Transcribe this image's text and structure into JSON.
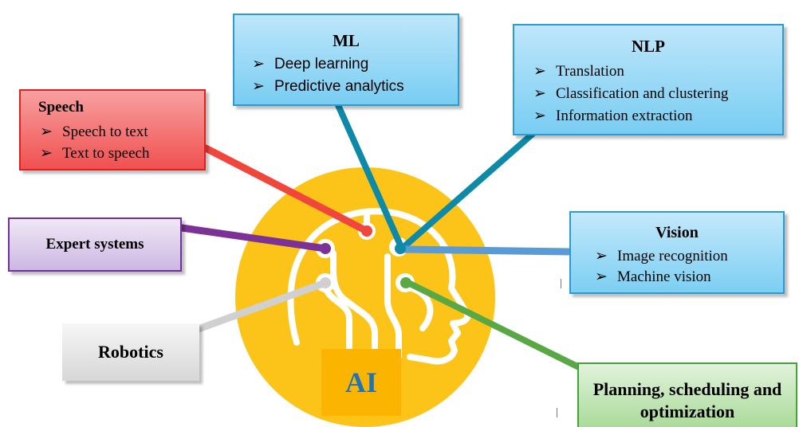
{
  "center": {
    "label": "AI"
  },
  "ml": {
    "title": "ML",
    "items": [
      "Deep learning",
      "Predictive analytics"
    ]
  },
  "nlp": {
    "title": "NLP",
    "items": [
      "Translation",
      "Classification and clustering",
      "Information extraction"
    ]
  },
  "speech": {
    "title": "Speech",
    "items": [
      "Speech to text",
      "Text to speech"
    ]
  },
  "expert": {
    "title": "Expert systems"
  },
  "robotics": {
    "title": "Robotics"
  },
  "vision": {
    "title": "Vision",
    "items": [
      "Image recognition",
      "Machine vision"
    ]
  },
  "planning": {
    "title": "Planning, scheduling and optimization"
  },
  "bullet_icon": "arrow-bullet-icon",
  "colors": {
    "ai_circle": "#fcc419",
    "ai_box": "#fbb400",
    "ai_text": "#1f74b8",
    "speech": "#f0463c",
    "expert": "#7b3294",
    "robotics": "#d0d0d0",
    "ml": "#0e8aa8",
    "nlp": "#0e8aa8",
    "vision": "#5b9bd5",
    "planning": "#5aa845"
  }
}
